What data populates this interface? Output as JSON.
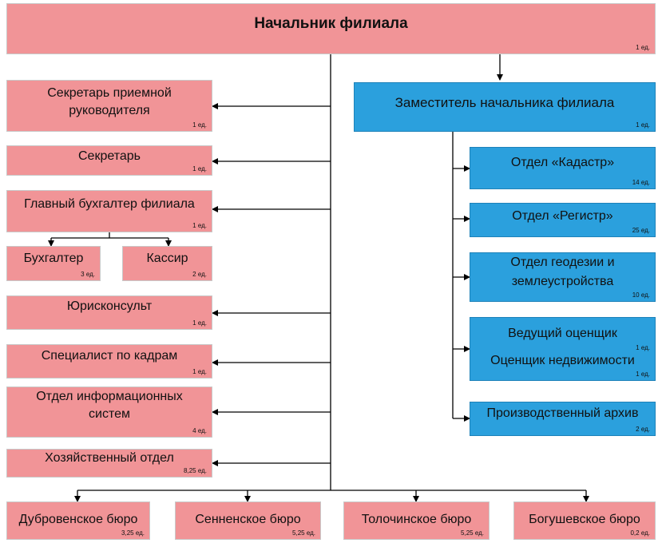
{
  "head": {
    "title": "Начальник филиала",
    "count": "1 ед."
  },
  "deputy": {
    "title": "Заместитель начальника филиала",
    "count": "1 ед."
  },
  "left_units": [
    {
      "name": "Секретарь приемной руководителя",
      "count": "1 ед."
    },
    {
      "name": "Секретарь",
      "count": "1 ед."
    },
    {
      "name": "Главный бухгалтер филиала",
      "count": "1 ед."
    },
    {
      "name": "Юрисконсульт",
      "count": "1 ед."
    },
    {
      "name": "Специалист по кадрам",
      "count": "1 ед."
    },
    {
      "name": "Отдел информационных систем",
      "count": "4 ед."
    },
    {
      "name": "Хозяйственный отдел",
      "count": "8,25 ед."
    }
  ],
  "accounting": [
    {
      "name": "Бухгалтер",
      "count": "3 ед."
    },
    {
      "name": "Кассир",
      "count": "2 ед."
    }
  ],
  "right_units": [
    {
      "name": "Отдел «Кадастр»",
      "count": "14 ед."
    },
    {
      "name": "Отдел «Регистр»",
      "count": "25 ед."
    },
    {
      "name": "Отдел геодезии и землеустройства",
      "count": "10 ед."
    },
    {
      "name": "Ведущий оценщик",
      "count": "1 ед.",
      "name2": "Оценщик недвижимости",
      "count2": "1 ед."
    },
    {
      "name": "Производственный архив",
      "count": "2 ед."
    }
  ],
  "bureaus": [
    {
      "name": "Дубровенское бюро",
      "count": "3,25 ед."
    },
    {
      "name": "Сенненское бюро",
      "count": "5,25 ед."
    },
    {
      "name": "Толочинское бюро",
      "count": "5,25 ед."
    },
    {
      "name": "Богушевское бюро",
      "count": "0,2 ед."
    }
  ]
}
